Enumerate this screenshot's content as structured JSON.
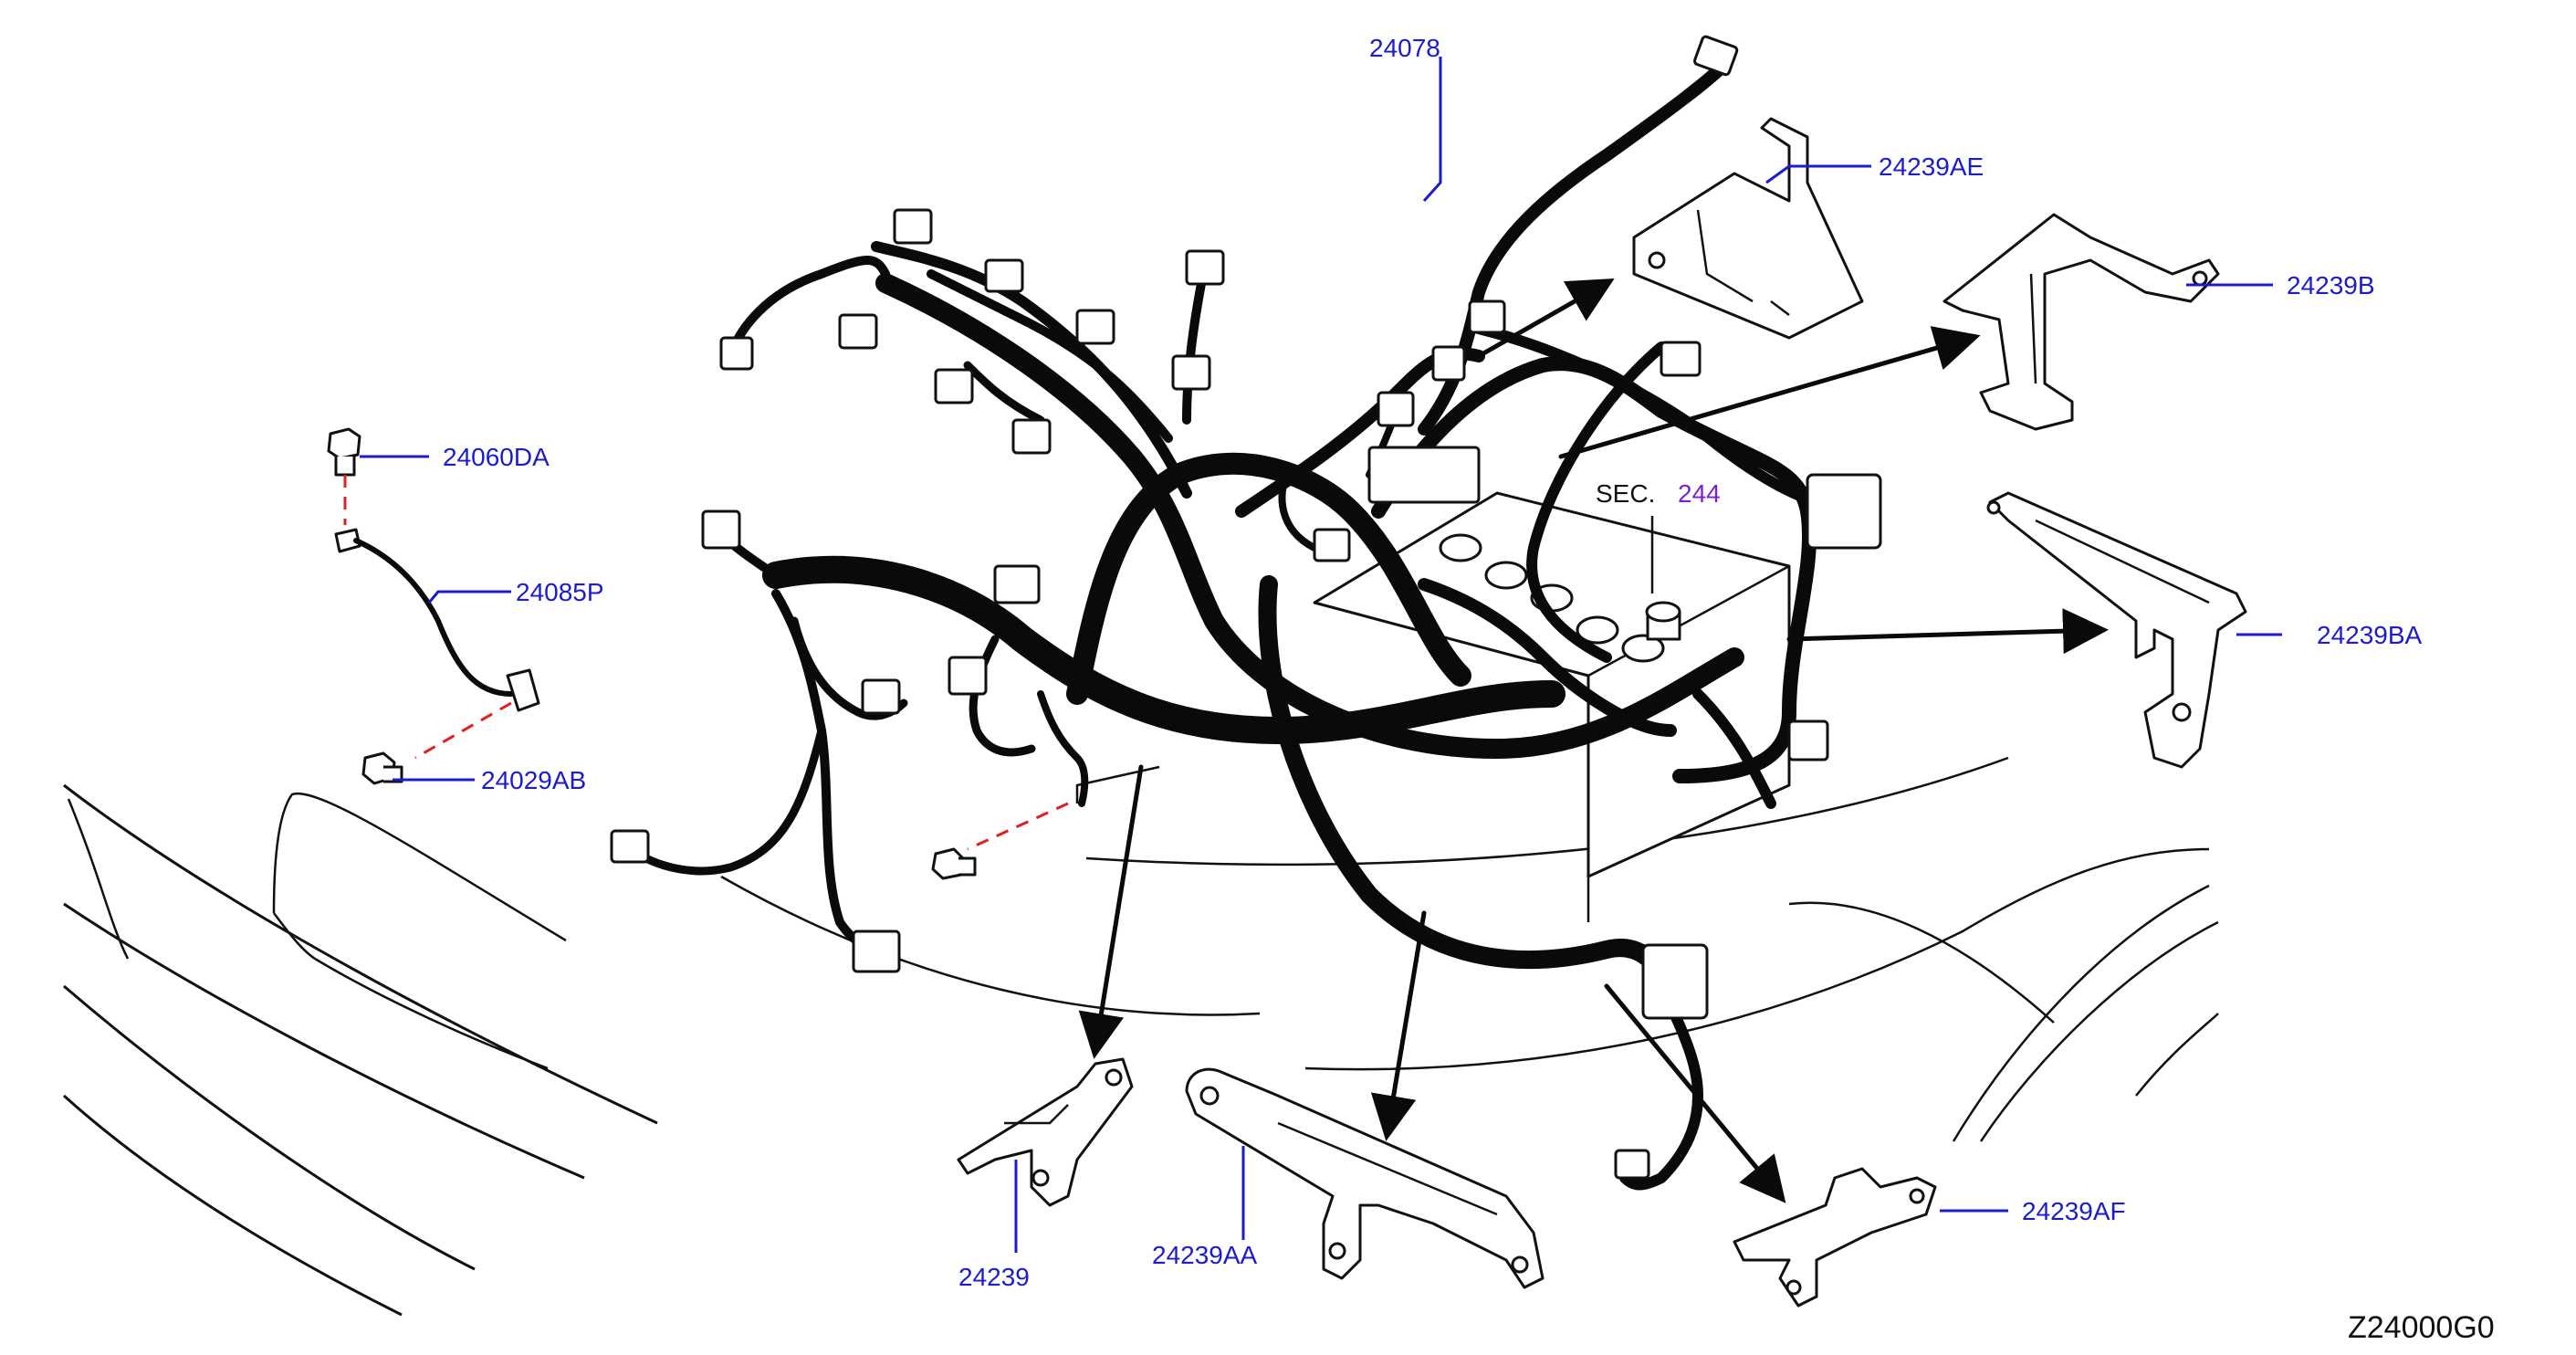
{
  "diagram": {
    "reference_code": "Z24000G0",
    "section_ref": {
      "prefix": "SEC.",
      "number": "244"
    },
    "colors": {
      "label": "#1b1bd0",
      "section_number": "#7a1fd6",
      "harness": "#0a0a0a",
      "mounting_guide": "#e02020"
    },
    "parts": [
      {
        "id": "24078"
      },
      {
        "id": "24239AE"
      },
      {
        "id": "24239B"
      },
      {
        "id": "24060DA"
      },
      {
        "id": "24085P"
      },
      {
        "id": "24029AB"
      },
      {
        "id": "24239BA"
      },
      {
        "id": "24239"
      },
      {
        "id": "24239AA"
      },
      {
        "id": "24239AF"
      }
    ]
  }
}
